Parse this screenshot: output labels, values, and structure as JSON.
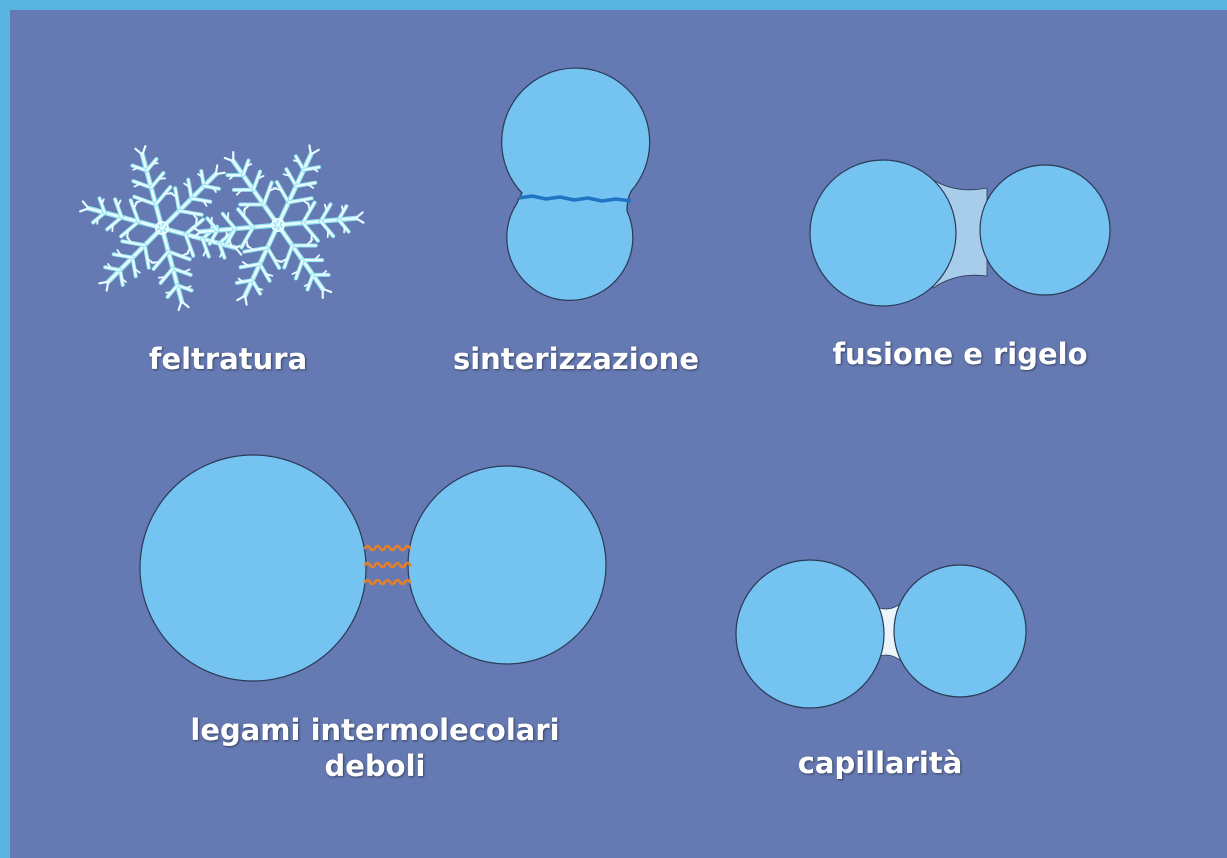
{
  "colors": {
    "frame": "#5ab4e0",
    "background": "#6579b2",
    "particle": "#74c3f0",
    "particle_outline": "#2b3a55",
    "ice_bridge": "#a8cdea",
    "water_bridge": "#e9f4fb",
    "sinter_line": "#1f74c4",
    "bond_wave": "#e47f2a",
    "snowflake": "#e6fbff",
    "snowflake_shade": "#8fe4ef"
  },
  "panels": {
    "felting": {
      "label": "feltratura",
      "icon": "snowflake-icon"
    },
    "sintering": {
      "label": "sinterizzazione"
    },
    "melt_refreeze": {
      "label": "fusione e rigelo"
    },
    "weak_bonds": {
      "label_lines": [
        "legami intermolecolari",
        "deboli"
      ]
    },
    "capillarity": {
      "label": "capillarità"
    }
  }
}
